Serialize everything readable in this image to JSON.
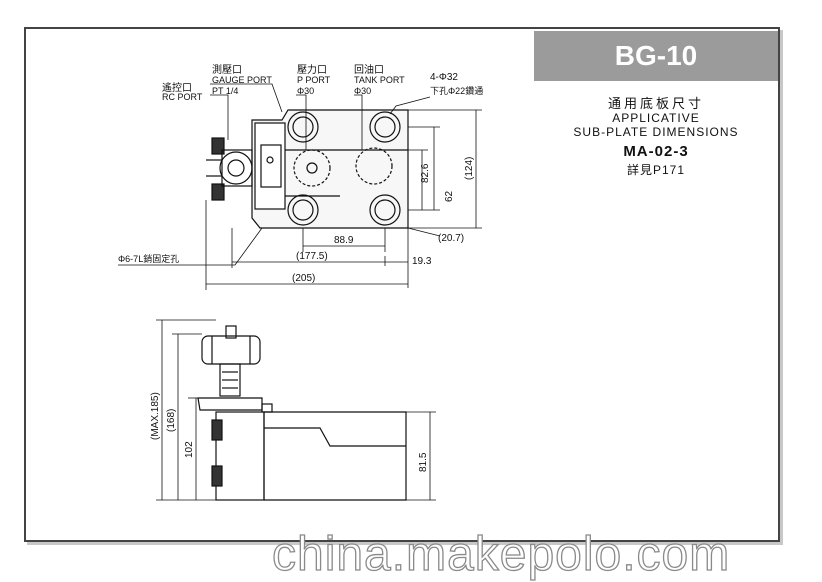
{
  "header": {
    "model_code": "BG-10"
  },
  "info": {
    "title_cn": "通用底板尺寸",
    "title_en_line1": "APPLICATIVE",
    "title_en_line2": "SUB-PLATE DIMENSIONS",
    "subplate_model": "MA-02-3",
    "reference": "詳見P171"
  },
  "top_view": {
    "labels": {
      "rc_port_cn": "遙控口",
      "rc_port_en": "RC PORT",
      "gauge_port_cn": "測壓口",
      "gauge_port_en": "GAUGE PORT",
      "gauge_port_size": "PT 1/4",
      "p_port_cn": "壓力口",
      "p_port_en": "P PORT",
      "p_port_size": "Φ30",
      "tank_port_cn": "回油口",
      "tank_port_en": "TANK PORT",
      "tank_port_size": "Φ30",
      "bolt_holes": "4-Φ32",
      "bolt_holes_through": "下孔Φ22鑽通",
      "locating_pin": "Φ6-7L銷固定孔"
    },
    "dimensions": {
      "d88_9": "88.9",
      "d177_5": "(177.5)",
      "d205": "(205)",
      "d19_3": "19.3",
      "d20_7": "(20.7)",
      "d82_6": "82.6",
      "d62": "62",
      "d124": "(124)"
    }
  },
  "side_view": {
    "dimensions": {
      "max185": "(MAX.185)",
      "d168": "(168)",
      "d102": "102",
      "d81_5": "81.5"
    }
  },
  "watermark": "china.makepolo.com"
}
